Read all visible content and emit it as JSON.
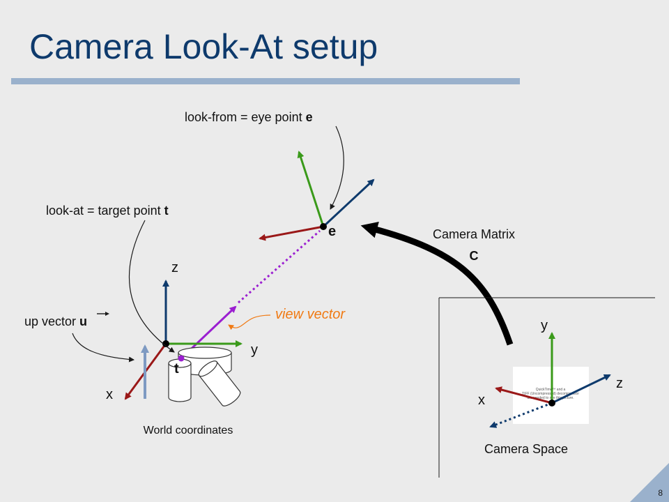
{
  "slide": {
    "title": "Camera Look-At setup",
    "page_number": "8"
  },
  "labels": {
    "look_from_prefix": "look-from = eye point ",
    "look_from_var": "e",
    "look_at_prefix": "look-at = target point ",
    "look_at_var": "t",
    "eye_point": "e",
    "target_point": "t",
    "up_vector_prefix": "up vector ",
    "up_vector_var": "u",
    "view_vector": "view vector",
    "camera_matrix": "Camera Matrix",
    "camera_matrix_var": "C",
    "world_coordinates": "World coordinates",
    "camera_space": "Camera Space",
    "world_axes": {
      "x": "x",
      "y": "y",
      "z": "z"
    },
    "camera_axes": {
      "x": "x",
      "y": "y",
      "z": "z"
    }
  },
  "image_placeholder_text": [
    "QuickTime™ and a",
    "TIFF (Uncompressed) decompressor",
    "are needed to see this picture."
  ],
  "colors": {
    "title": "#0e3a6c",
    "z_axis": "#0e3a6c",
    "y_axis": "#3a9a1a",
    "x_axis": "#9a1818",
    "view_vector": "#9b1fd1",
    "view_label": "#f07a14",
    "up_vector": "#7e9ac2"
  }
}
